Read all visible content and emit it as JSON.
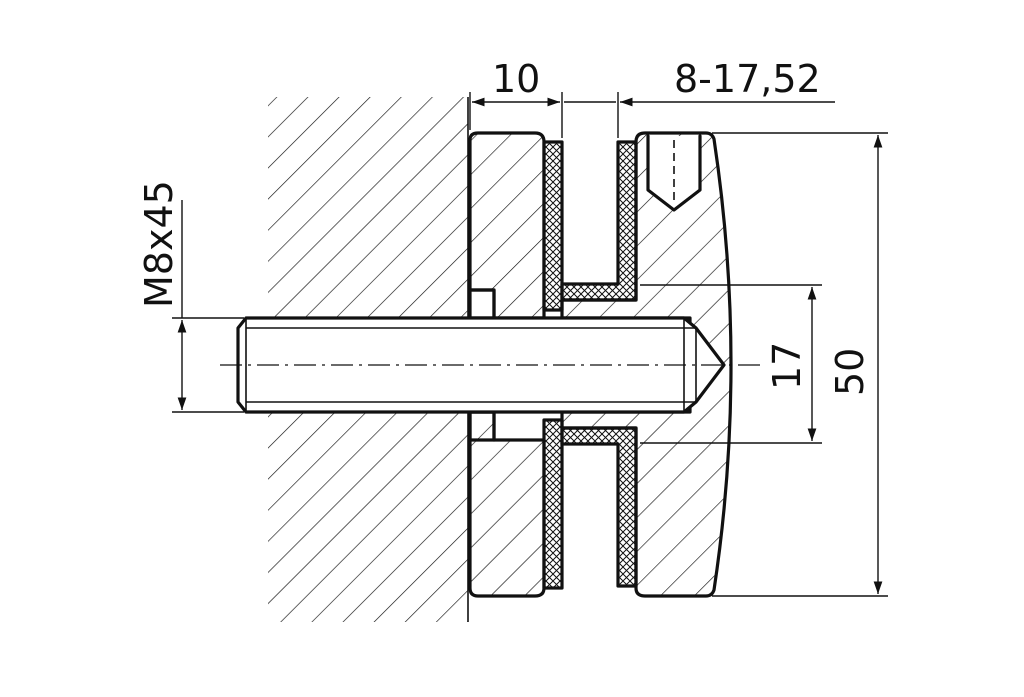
{
  "drawing": {
    "type": "technical-section-drawing",
    "dimensions": {
      "width_label": "10",
      "glass_thickness_label": "8-17,52",
      "height_label": "50",
      "bore_label": "17",
      "bolt_label": "M8x45"
    }
  },
  "colors": {
    "line": "#111111",
    "background": "#ffffff"
  }
}
